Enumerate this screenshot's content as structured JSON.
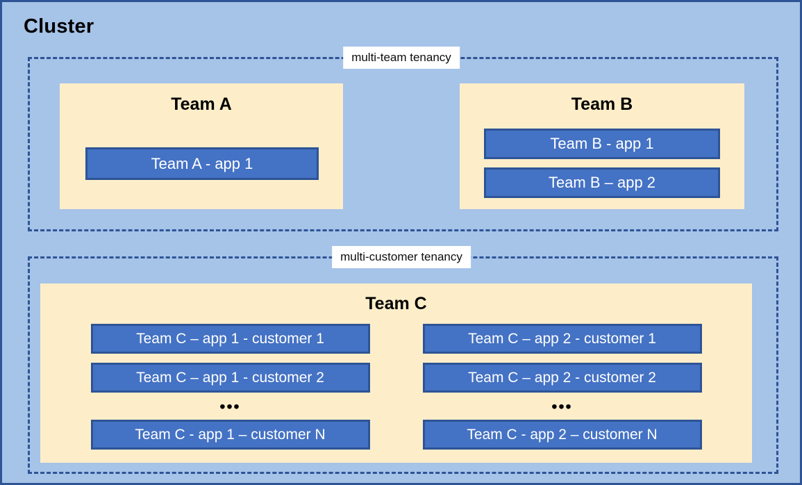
{
  "diagram": {
    "title": "Cluster",
    "colors": {
      "canvas_background": "#a6c3e8",
      "canvas_border": "#2e5496",
      "tenancy_border": "#2e5496",
      "team_box_fill": "#fdeec9",
      "app_box_fill": "#4472c4",
      "app_box_border": "#2e5496",
      "app_text": "#ffffff",
      "label_chip_background": "#ffffff",
      "title_text": "#000000"
    }
  },
  "tenancies": [
    {
      "id": "multi-team",
      "label": "multi-team tenancy",
      "teams": [
        {
          "id": "team-a",
          "title": "Team A",
          "apps": [
            {
              "label": "Team A - app 1"
            }
          ]
        },
        {
          "id": "team-b",
          "title": "Team B",
          "apps": [
            {
              "label": "Team B - app 1"
            },
            {
              "label": "Team B – app 2"
            }
          ]
        }
      ]
    },
    {
      "id": "multi-customer",
      "label": "multi-customer tenancy",
      "teams": [
        {
          "id": "team-c",
          "title": "Team C",
          "columns": [
            {
              "id": "team-c-app-1",
              "apps": [
                {
                  "label": "Team C – app 1 - customer 1"
                },
                {
                  "label": "Team C – app 1 - customer 2"
                }
              ],
              "ellipsis": "•••",
              "last_app": {
                "label": "Team C - app 1 – customer N"
              }
            },
            {
              "id": "team-c-app-2",
              "apps": [
                {
                  "label": "Team C – app 2 - customer 1"
                },
                {
                  "label": "Team C – app 2 - customer 2"
                }
              ],
              "ellipsis": "•••",
              "last_app": {
                "label": "Team C - app 2 – customer N"
              }
            }
          ]
        }
      ]
    }
  ]
}
